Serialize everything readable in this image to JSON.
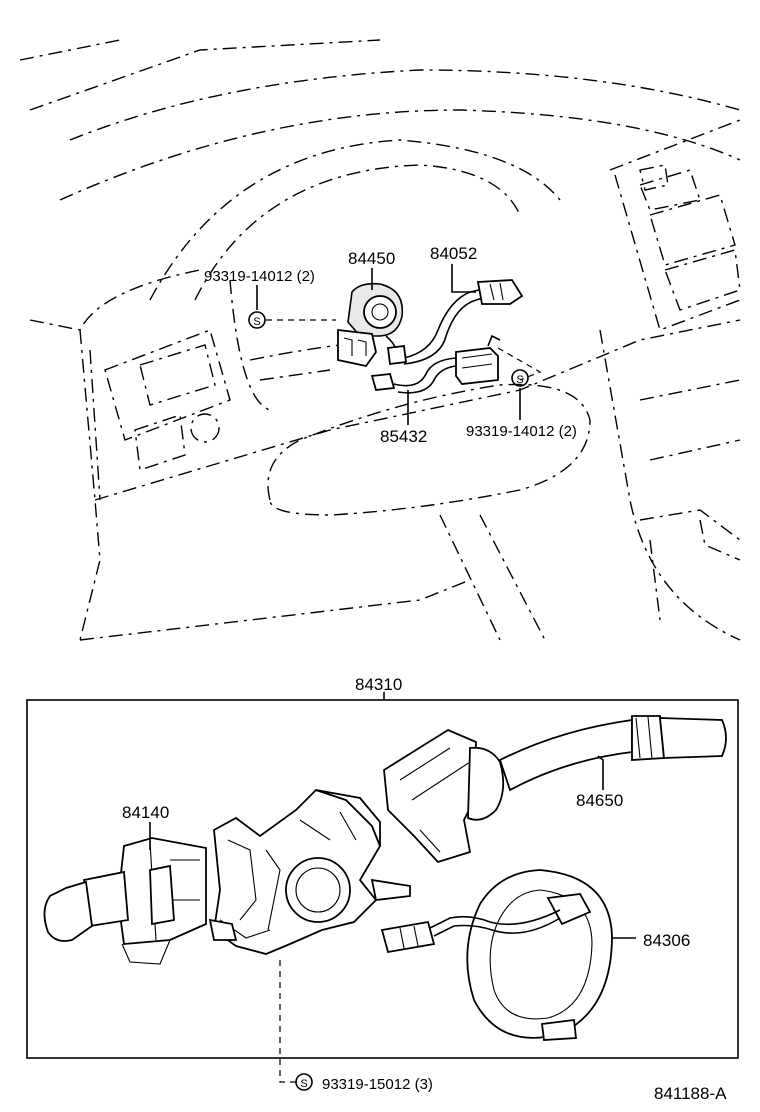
{
  "upper": {
    "labels": {
      "ignition_switch": "84450",
      "key_warning_switch": "84052",
      "screw_left": "93319-14012 (2)",
      "screw_right": "93319-14012 (2)",
      "relay_harness": "85432"
    },
    "screw_symbol": "S"
  },
  "lower": {
    "labels": {
      "assembly": "84310",
      "light_switch": "84140",
      "wiper_switch": "84650",
      "spiral_cable": "84306",
      "screw_bottom": "93319-15012 (3)"
    },
    "screw_symbol": "S"
  },
  "figure_code": "841188-A"
}
